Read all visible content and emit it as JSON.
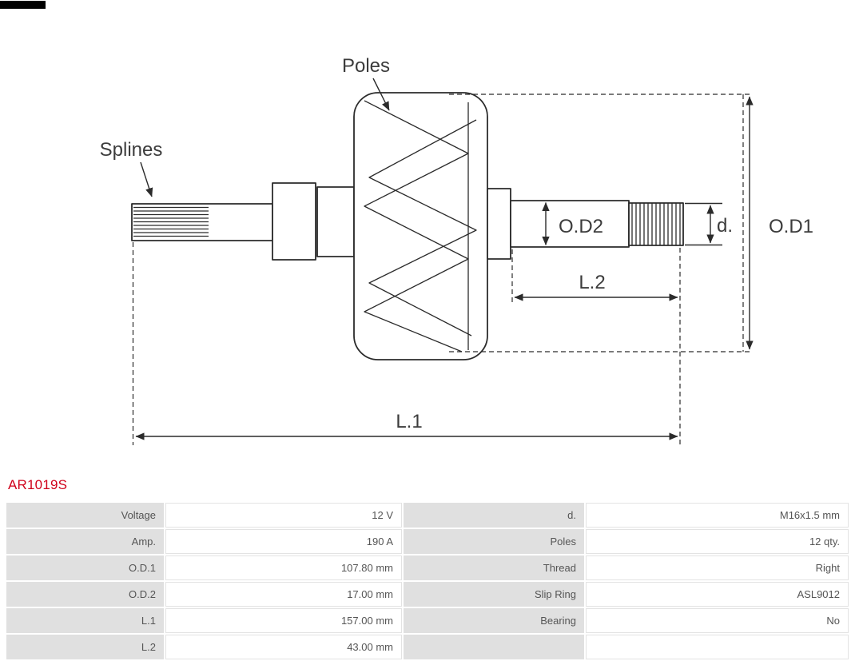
{
  "part_number": "AR1019S",
  "diagram": {
    "labels": {
      "poles": "Poles",
      "splines": "Splines",
      "od2": "O.D2",
      "od1": "O.D1",
      "d": "d.",
      "l2": "L.2",
      "l1": "L.1"
    }
  },
  "table": {
    "rows": [
      {
        "label1": "Voltage",
        "value1": "12 V",
        "label2": "d.",
        "value2": "M16x1.5 mm"
      },
      {
        "label1": "Amp.",
        "value1": "190 A",
        "label2": "Poles",
        "value2": "12 qty."
      },
      {
        "label1": "O.D.1",
        "value1": "107.80 mm",
        "label2": "Thread",
        "value2": "Right"
      },
      {
        "label1": "O.D.2",
        "value1": "17.00 mm",
        "label2": "Slip Ring",
        "value2": "ASL9012"
      },
      {
        "label1": "L.1",
        "value1": "157.00 mm",
        "label2": "Bearing",
        "value2": "No"
      },
      {
        "label1": "L.2",
        "value1": "43.00 mm",
        "label2": "",
        "value2": ""
      }
    ]
  },
  "colors": {
    "part_number": "#d0021b",
    "table_label_bg": "#e0e0e0",
    "table_text": "#555555",
    "diagram_stroke": "#2b2b2b"
  }
}
